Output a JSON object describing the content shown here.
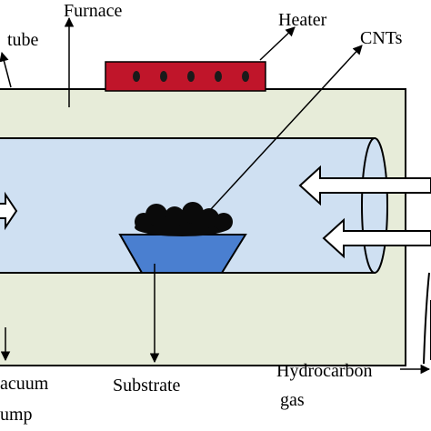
{
  "labels": {
    "furnace": "Furnace",
    "tube": "tube",
    "heater": "Heater",
    "cnts": "CNTs",
    "substrate": "Substrate",
    "vacuum_line1": "acuum",
    "vacuum_line2": "ump",
    "hydrocarbon_line1": "Hydrocarbon",
    "hydrocarbon_line2": "gas"
  },
  "colors": {
    "furnace": "#e7ecd9",
    "tube": "#cfe0f2",
    "heater": "#c0152a",
    "heater_dots": "#1a1a1a",
    "substrate": "#4a7fd0",
    "cnts": "#0a0a0a",
    "arrow_fill": "#ffffff",
    "outline": "#000000"
  },
  "heater_dot_count": 5
}
